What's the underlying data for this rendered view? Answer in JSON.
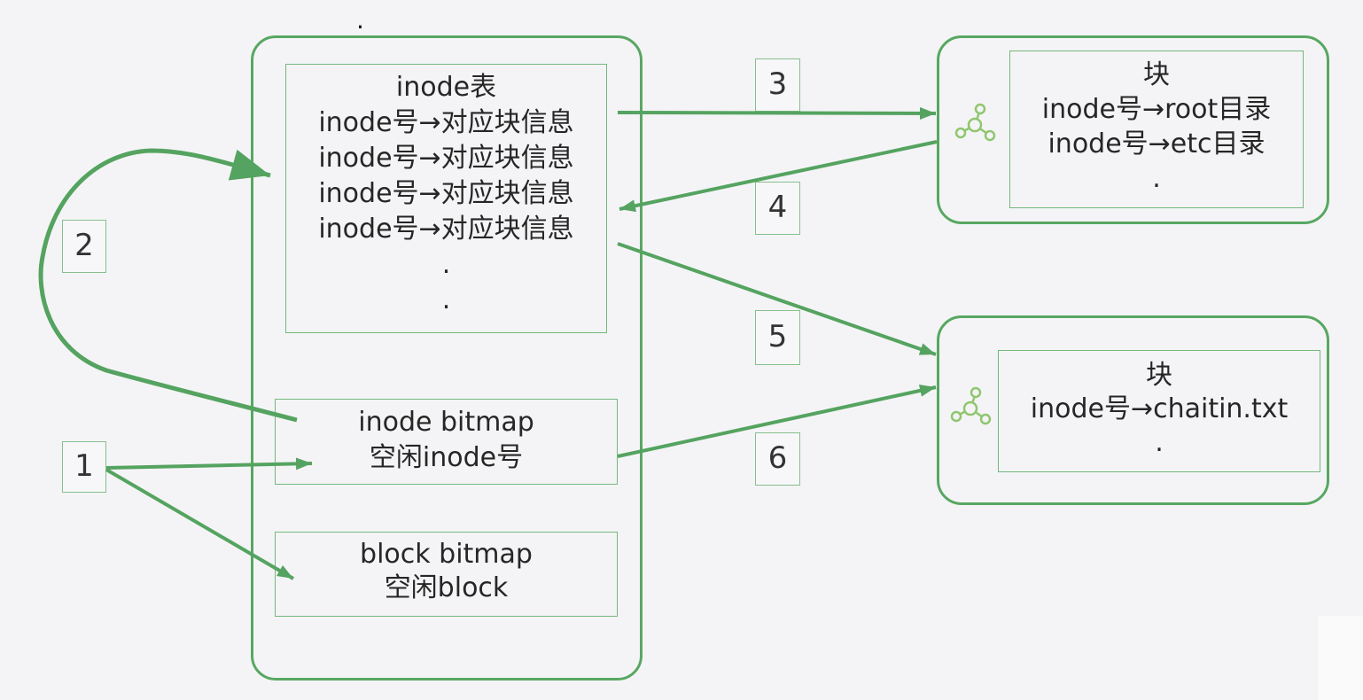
{
  "stray_mark": ".",
  "inode_table": {
    "title": "inode表",
    "entries": [
      "inode号→对应块信息",
      "inode号→对应块信息",
      "inode号→对应块信息",
      "inode号→对应块信息"
    ],
    "continuation": [
      ".",
      "."
    ]
  },
  "inode_bitmap": {
    "title": "inode bitmap",
    "content": "空闲inode号"
  },
  "block_bitmap": {
    "title": "block bitmap",
    "content": "空闲block"
  },
  "blocks": [
    {
      "title": "块",
      "entries": [
        "inode号→root目录",
        "inode号→etc目录"
      ],
      "continuation": ".",
      "icon": "share-nodes-icon"
    },
    {
      "title": "块",
      "entries": [
        "inode号→chaitin.txt"
      ],
      "continuation": ".",
      "icon": "share-nodes-icon"
    }
  ],
  "steps": [
    "1",
    "2",
    "3",
    "4",
    "5",
    "6"
  ],
  "colors": {
    "accent": "#58a762",
    "arrow": "#55a360",
    "icon": "#8fc66f",
    "background": "#f4f4f6",
    "text": "#262626"
  }
}
